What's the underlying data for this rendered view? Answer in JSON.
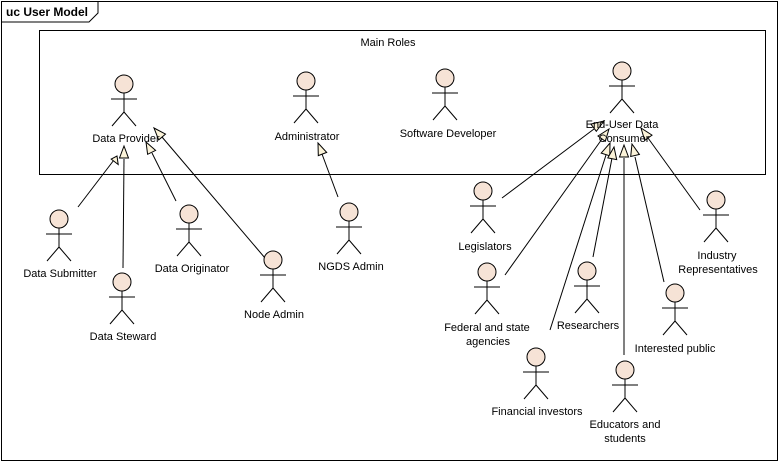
{
  "frame": {
    "title": "uc User Model"
  },
  "boundary": {
    "title": "Main Roles"
  },
  "actors": {
    "data_provider": "Data Provider",
    "administrator": "Administrator",
    "software_developer": "Software Developer",
    "end_user_line1": "End-User Data",
    "end_user_line2": "Consumer",
    "data_submitter": "Data Submitter",
    "data_steward": "Data Steward",
    "data_originator": "Data Originator",
    "node_admin": "Node Admin",
    "ngds_admin": "NGDS Admin",
    "legislators": "Legislators",
    "federal_line1": "Federal and state",
    "federal_line2": "agencies",
    "financial_investors": "Financial investors",
    "researchers": "Researchers",
    "educators_line1": "Educators and",
    "educators_line2": "students",
    "interested_public": "Interested public",
    "industry_line1": "Industry",
    "industry_line2": "Representatives"
  },
  "colors": {
    "actor_head_fill": "#f6e3d6",
    "arrowhead_fill": "#fbf3d9",
    "line": "#000000"
  }
}
